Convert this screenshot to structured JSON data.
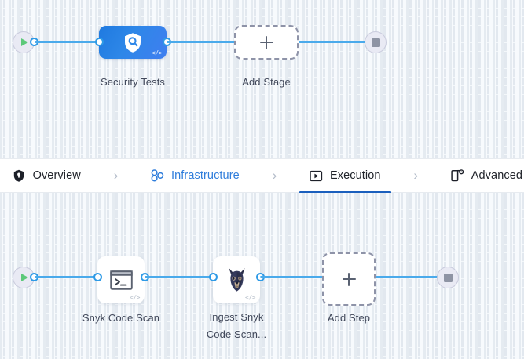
{
  "tabs": [
    {
      "label": "Overview",
      "icon": "shield-icon",
      "state": "default"
    },
    {
      "label": "Infrastructure",
      "icon": "infrastructure-icon",
      "state": "accent"
    },
    {
      "label": "Execution",
      "icon": "execution-play-icon",
      "state": "active"
    },
    {
      "label": "Advanced",
      "icon": "advanced-gear-icon",
      "state": "default"
    }
  ],
  "tab_separator": "›",
  "stage_graph": {
    "start_node": "start-play-icon",
    "end_node": "stop-square-icon",
    "stage": {
      "label": "Security Tests",
      "icon": "shield-search-icon",
      "code_badge": "</>"
    },
    "add_stage": {
      "label": "Add Stage",
      "icon": "plus-icon"
    }
  },
  "step_graph": {
    "start_node": "start-play-icon",
    "end_node": "stop-square-icon",
    "steps": [
      {
        "label": "Snyk Code Scan",
        "label_line2": "",
        "icon": "terminal-icon",
        "code_badge": "</>"
      },
      {
        "label": "Ingest Snyk",
        "label_line2": "Code Scan...",
        "icon": "snyk-doberman-icon",
        "code_badge": "</>"
      }
    ],
    "add_step": {
      "label": "Add Step",
      "icon": "plus-icon"
    }
  },
  "colors": {
    "accent_blue": "#2f7ddb",
    "active_underline": "#1b5fbd",
    "edge_blue": "#4aaaeb",
    "stage_blue": "#2e87e8",
    "canvas_bg": "#f7fafd"
  }
}
